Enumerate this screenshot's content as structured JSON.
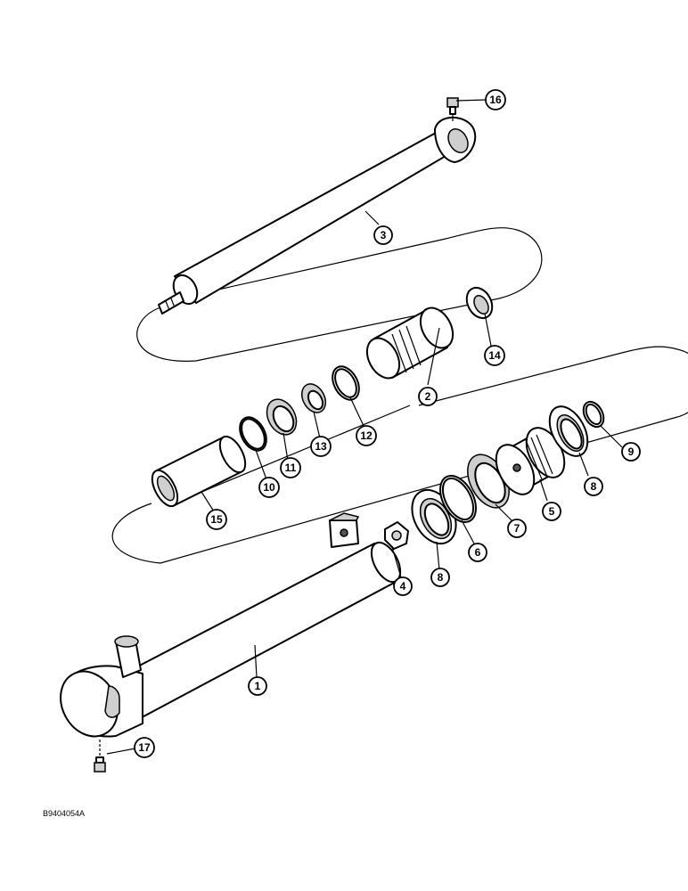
{
  "reference_code": "B9404054A",
  "callouts": [
    {
      "id": "c1",
      "label": "1"
    },
    {
      "id": "c2",
      "label": "2"
    },
    {
      "id": "c3",
      "label": "3"
    },
    {
      "id": "c4",
      "label": "4"
    },
    {
      "id": "c5",
      "label": "5"
    },
    {
      "id": "c6",
      "label": "6"
    },
    {
      "id": "c7",
      "label": "7"
    },
    {
      "id": "c8a",
      "label": "8"
    },
    {
      "id": "c8b",
      "label": "8"
    },
    {
      "id": "c9",
      "label": "9"
    },
    {
      "id": "c10",
      "label": "10"
    },
    {
      "id": "c11",
      "label": "11"
    },
    {
      "id": "c12",
      "label": "12"
    },
    {
      "id": "c13",
      "label": "13"
    },
    {
      "id": "c14",
      "label": "14"
    },
    {
      "id": "c15",
      "label": "15"
    },
    {
      "id": "c16",
      "label": "16"
    },
    {
      "id": "c17",
      "label": "17"
    }
  ]
}
